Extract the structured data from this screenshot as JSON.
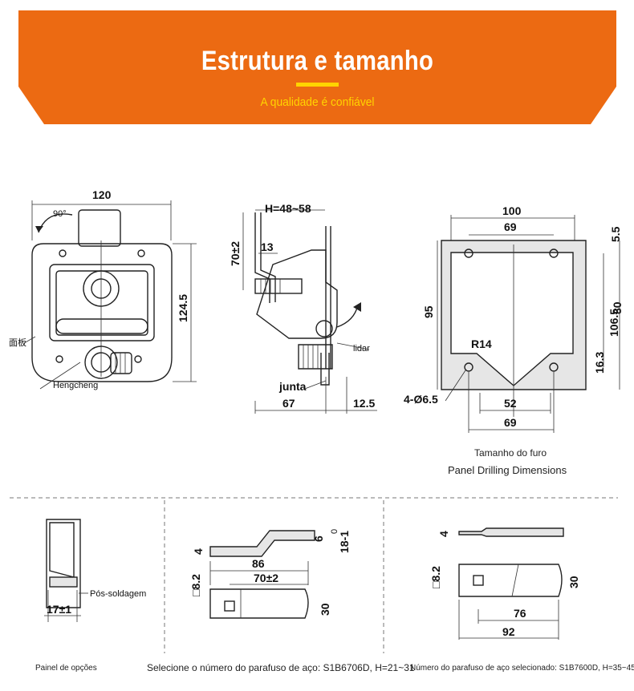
{
  "banner": {
    "title": "Estrutura e tamanho",
    "subtitle": "A qualidade é confiável",
    "bg_color": "#ec6a12",
    "accent_color": "#ffd400"
  },
  "drawing_front": {
    "width_dim": "120",
    "height_dim": "124.5",
    "rotation_label": "90°",
    "panel_label": "面板",
    "brand_label": "Hengcheng"
  },
  "drawing_side": {
    "h_range": "H=48~58",
    "dim_70": "70±2",
    "dim_13": "13",
    "dim_67": "67",
    "dim_125": "12.5",
    "gasket_label": "junta",
    "handle_label": "lidar"
  },
  "drawing_panel": {
    "dim_100": "100",
    "dim_69_top": "69",
    "dim_55": "5.5",
    "dim_95": "95",
    "dim_80": "80",
    "dim_1065": "106.5",
    "dim_163": "16.3",
    "radius": "R14",
    "holes": "4-Ø6.5",
    "dim_52": "52",
    "dim_69_bottom": "69",
    "caption_pt": "Tamanho do furo",
    "caption_en": "Panel Drilling Dimensions"
  },
  "option_panel": {
    "weld_label": "Pós-soldagem",
    "dim_17": "17±1",
    "caption": "Painel de opções"
  },
  "option_bolt_a": {
    "dim_6": "6",
    "dim_181": "18-1",
    "dim_0": "0",
    "dim_4": "4",
    "dim_86": "86",
    "dim_70": "70±2",
    "dim_82": "□8.2",
    "dim_30": "30",
    "caption": "Selecione o número do parafuso de aço: S1B6706D, H=21~31"
  },
  "option_bolt_b": {
    "dim_4": "4",
    "dim_82": "□8.2",
    "dim_30": "30",
    "dim_76": "76",
    "dim_92": "92",
    "caption": "Número do parafuso de aço selecionado: S1B7600D, H=35~45"
  }
}
